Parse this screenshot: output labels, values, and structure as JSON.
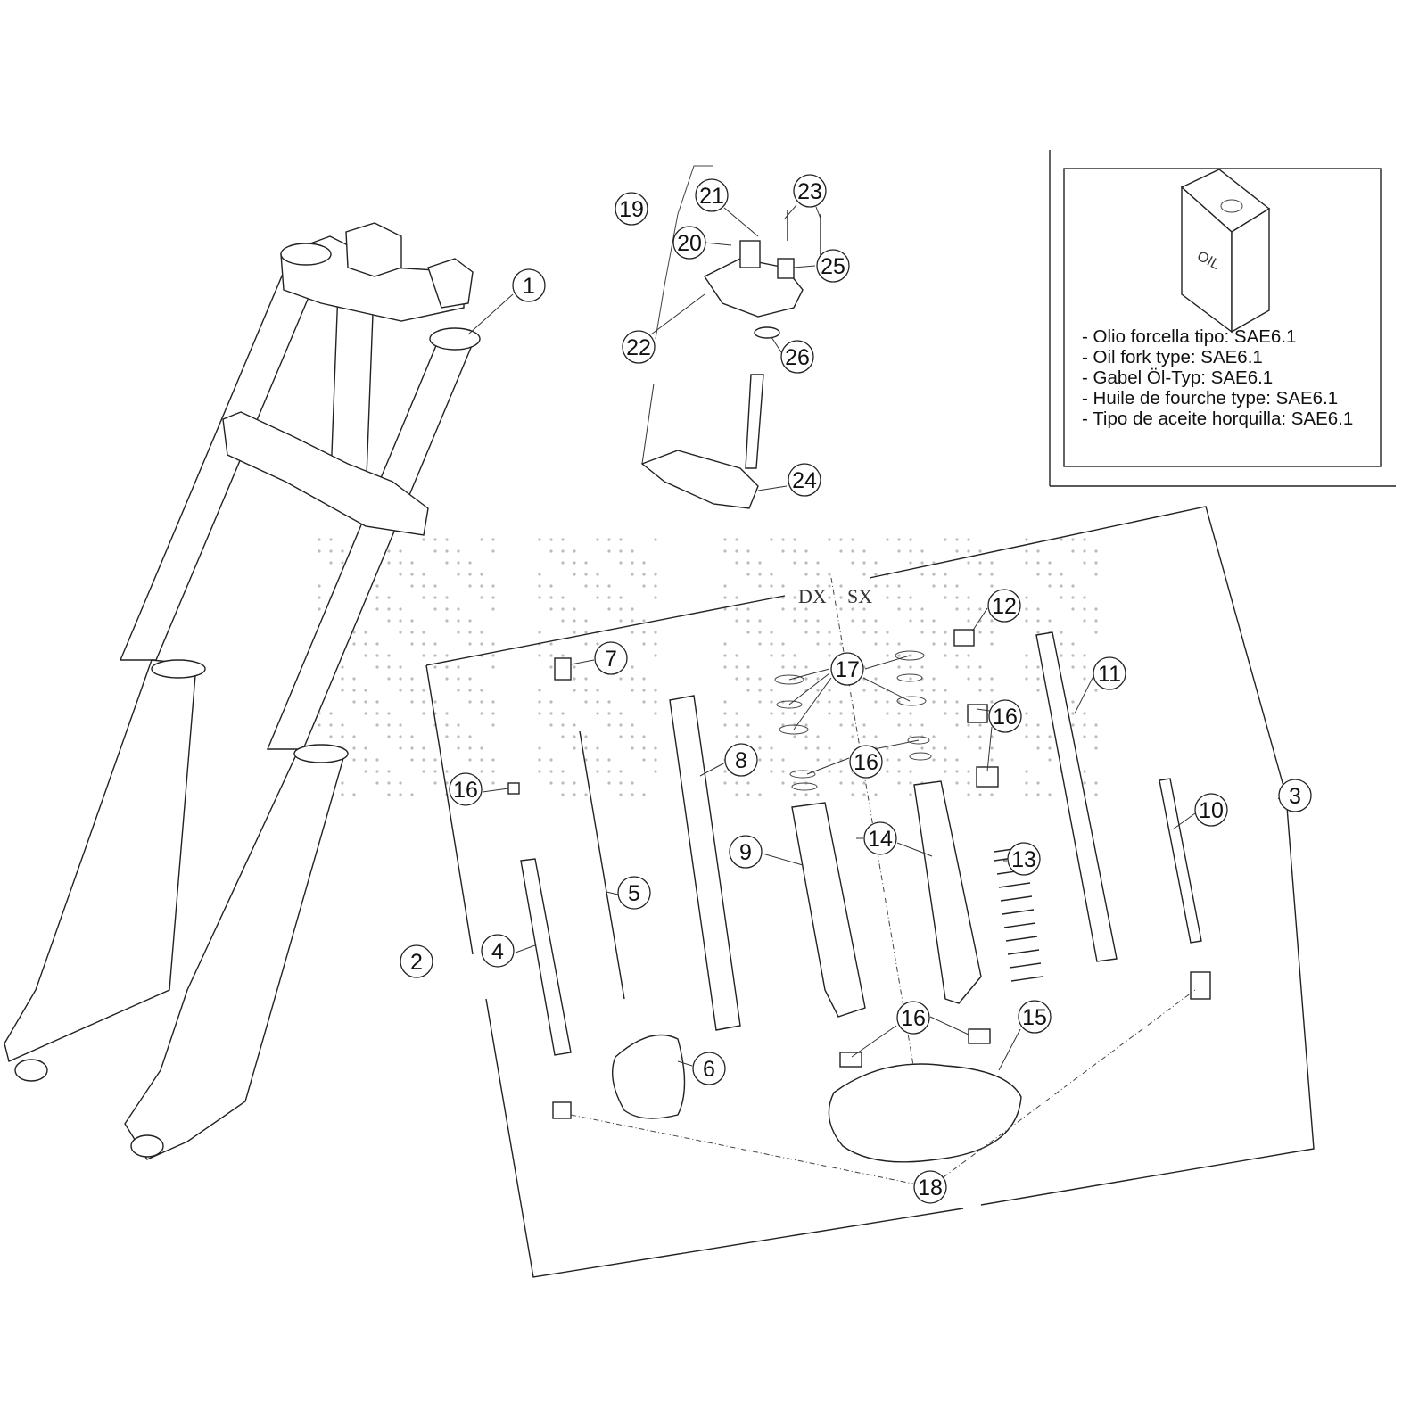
{
  "oil_note": {
    "can_label": "OIL",
    "lines": [
      "- Olio forcella tipo: SAE6.1",
      "- Oil fork type: SAE6.1",
      "- Gabel Öl-Typ: SAE6.1",
      "- Huile de fourche type: SAE6.1",
      "- Tipo de aceite horquilla: SAE6.1"
    ]
  },
  "side_labels": {
    "right": "DX",
    "left": "SX"
  },
  "callouts": [
    "1",
    "19",
    "21",
    "23",
    "20",
    "25",
    "22",
    "26",
    "24",
    "12",
    "7",
    "17",
    "11",
    "16",
    "16",
    "8",
    "16",
    "3",
    "10",
    "14",
    "9",
    "13",
    "5",
    "4",
    "2",
    "16",
    "15",
    "6",
    "18"
  ]
}
